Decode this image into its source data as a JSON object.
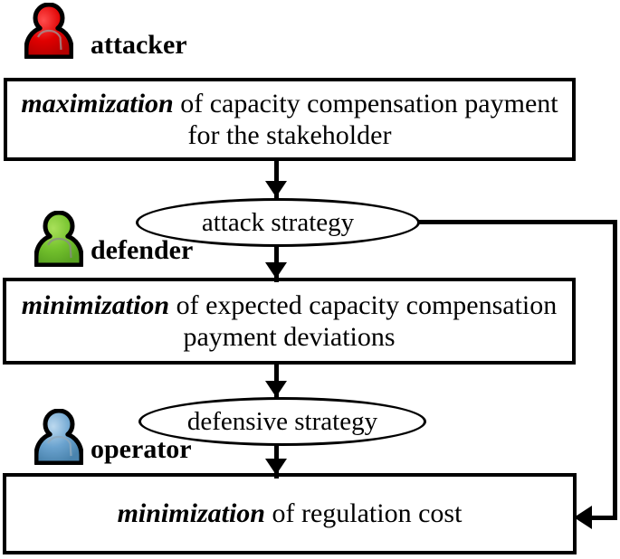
{
  "diagram": {
    "title": "tri-level attacker-defender-operator optimization flow",
    "roles": [
      {
        "id": "attacker",
        "label": "attacker",
        "icon": "person-icon",
        "color": "#d60000"
      },
      {
        "id": "defender",
        "label": "defender",
        "icon": "person-icon",
        "color": "#72c02c"
      },
      {
        "id": "operator",
        "label": "operator",
        "icon": "person-icon",
        "color": "#5e9bc9"
      }
    ],
    "boxes": [
      {
        "id": "attacker-objective",
        "emphasis": "maximization",
        "rest": " of capacity compensation payment for the stakeholder",
        "full": "maximization of capacity compensation payment for the stakeholder"
      },
      {
        "id": "defender-objective",
        "emphasis": "minimization",
        "rest": " of expected capacity compensation payment deviations",
        "full": "minimization of expected capacity compensation payment deviations"
      },
      {
        "id": "operator-objective",
        "emphasis": "minimization",
        "rest": " of regulation cost",
        "full": "minimization of regulation cost"
      }
    ],
    "connectors": [
      {
        "id": "attack-strategy",
        "label": "attack strategy"
      },
      {
        "id": "defensive-strategy",
        "label": "defensive strategy"
      }
    ],
    "colors": {
      "line": "#000000",
      "background": "#ffffff",
      "attacker": "#d60000",
      "defender": "#72c02c",
      "operator": "#5e9bc9"
    }
  }
}
